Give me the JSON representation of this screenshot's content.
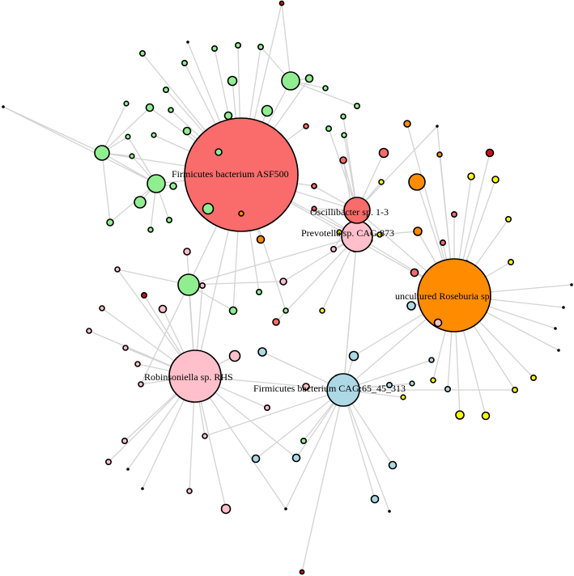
{
  "palette": {
    "edge": "#d3d3d3",
    "stroke": "#000000",
    "green": "#90ee90",
    "red": "#fa6b6b",
    "darkred": "#c81414",
    "orange": "#ff8c00",
    "pink": "#ffc0cb",
    "blue": "#add8e6",
    "yellow": "#ffff00",
    "black": "#000000"
  },
  "labels": {
    "firmicutes_asf500": "Firmicutes bacterium ASF500",
    "oscillibacter": "Oscillibacter sp. 1-3",
    "prevotella": "Prevotella sp. CAG:873",
    "roseburia": "uncultured Roseburia sp.",
    "robinsoniella": "Robinsoniella sp. RHS",
    "firmicutes_cag": "Firmicutes bacterium CAG:65_45_313"
  }
}
